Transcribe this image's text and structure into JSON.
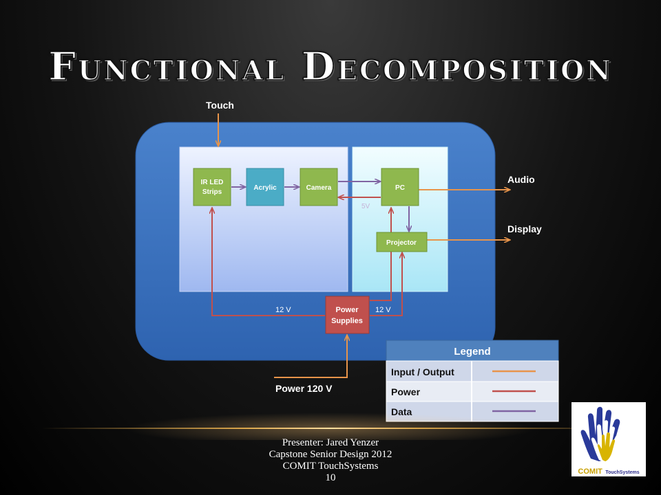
{
  "slide": {
    "title": "Functional Decomposition"
  },
  "diagram": {
    "external": {
      "touch": "Touch",
      "audio": "Audio",
      "display": "Display",
      "power_in": "Power 120 V"
    },
    "blocks": {
      "ir_led": [
        "IR LED",
        "Strips"
      ],
      "acrylic": "Acrylic",
      "camera": "Camera",
      "pc": "PC",
      "projector": "Projector",
      "power_supplies": [
        "Power",
        "Supplies"
      ]
    },
    "labels": {
      "five_v": "5V",
      "twelve_v_left": "12 V",
      "twelve_v_right": "12 V"
    },
    "colors": {
      "input_output": "#e8944a",
      "power": "#c0504d",
      "data": "#8064a2",
      "green_block": "#8fb84e",
      "teal_block": "#4bacc6",
      "red_block": "#c0504d",
      "outer_panel": "#3b73c0"
    }
  },
  "legend": {
    "title": "Legend",
    "rows": [
      "Input / Output",
      "Power",
      "Data"
    ]
  },
  "footer": {
    "presenter": "Presenter: Jared Yenzer",
    "course": "Capstone Senior Design 2012",
    "team": "COMIT TouchSystems",
    "page": "10"
  },
  "logo": {
    "brand": "COMIT",
    "sub": "TouchSystems",
    "icon": "hands-icon"
  }
}
